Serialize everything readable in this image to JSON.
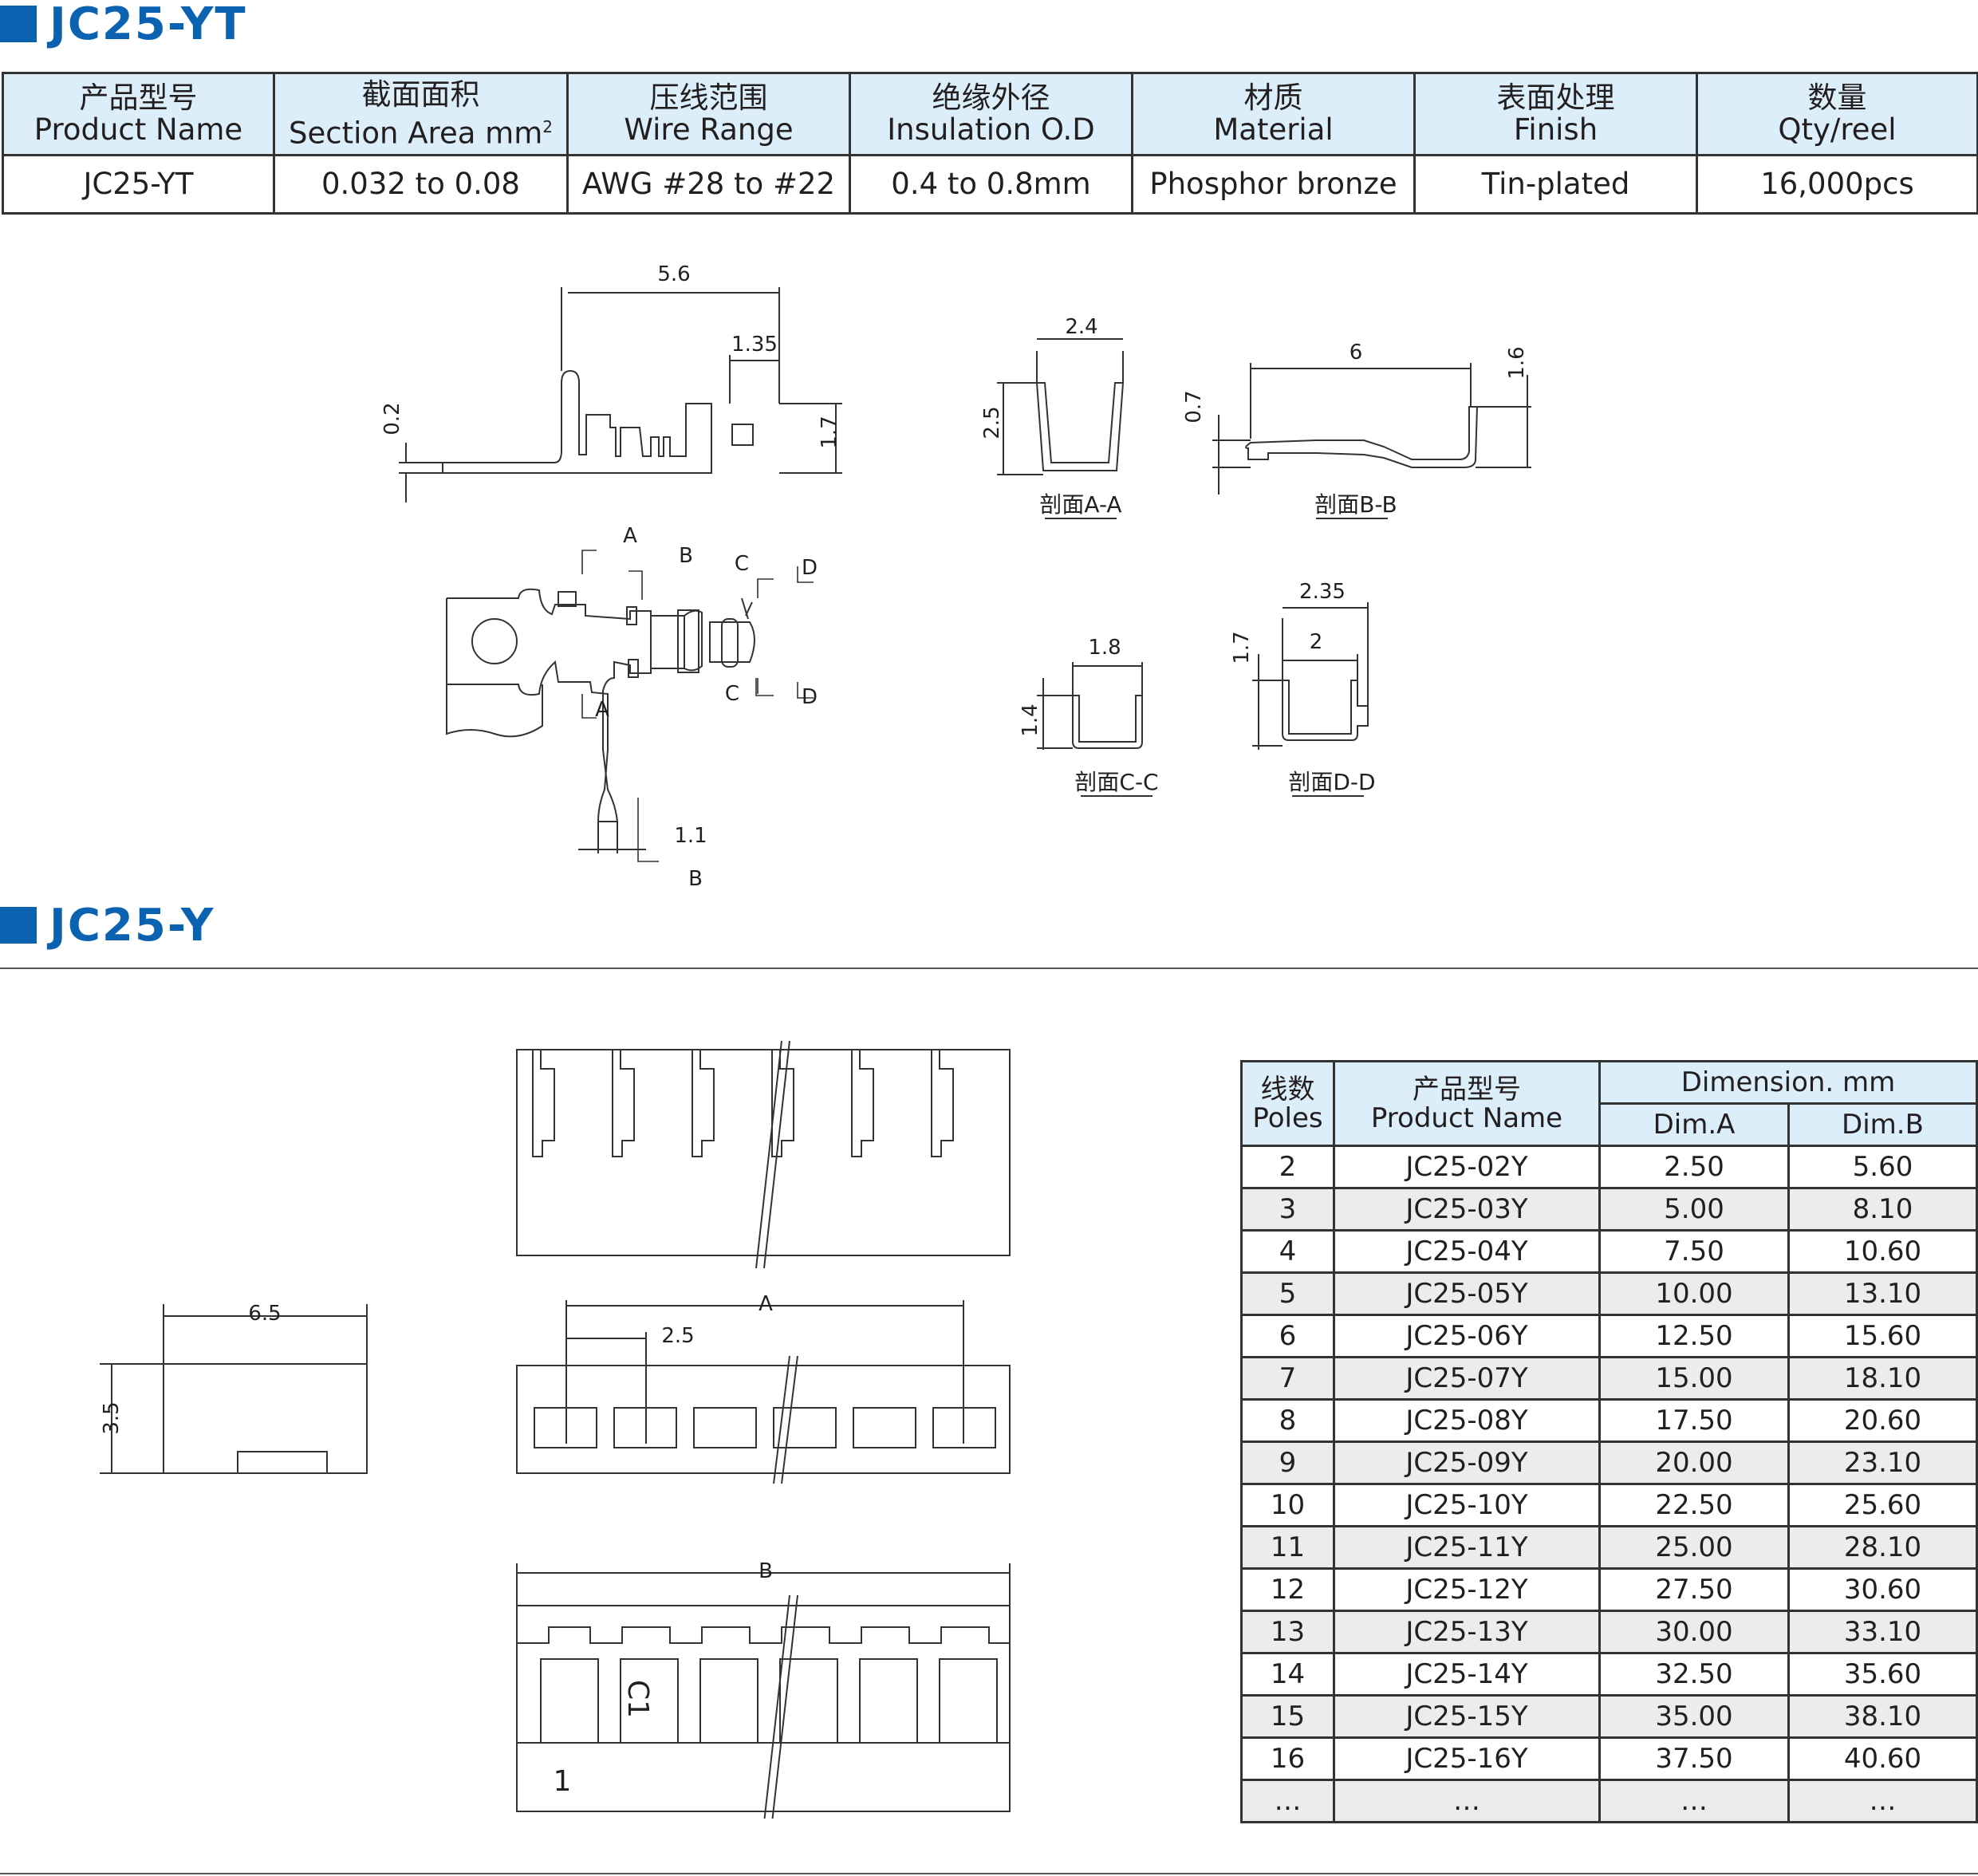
{
  "section1": {
    "title": "JC25-YT"
  },
  "spec_table": {
    "headers": [
      {
        "cn": "产品型号",
        "en": "Product Name"
      },
      {
        "cn": "截面面积",
        "en": "Section Area mm",
        "sup": "2"
      },
      {
        "cn": "压线范围",
        "en": "Wire Range"
      },
      {
        "cn": "绝缘外径",
        "en": "Insulation O.D"
      },
      {
        "cn": "材质",
        "en": "Material"
      },
      {
        "cn": "表面处理",
        "en": "Finish"
      },
      {
        "cn": "数量",
        "en": "Qty/reel"
      }
    ],
    "row": [
      "JC25-YT",
      "0.032 to 0.08",
      "AWG #28 to #22",
      "0.4 to 0.8mm",
      "Phosphor bronze",
      "Tin-plated",
      "16,000pcs"
    ]
  },
  "terminal_drawing": {
    "dim_56": "5.6",
    "dim_135": "1.35",
    "dim_02": "0.2",
    "dim_17": "1.7",
    "dim_11": "1.1",
    "label_a": "A",
    "label_b": "B",
    "label_c": "C",
    "label_d": "D"
  },
  "sections": {
    "aa": {
      "caption": "剖面A-A",
      "w": "2.4",
      "h": "2.5"
    },
    "bb": {
      "caption": "剖面B-B",
      "w": "6",
      "h1": "1.6",
      "h2": "0.7"
    },
    "cc": {
      "caption": "剖面C-C",
      "w": "1.8",
      "h": "1.4"
    },
    "dd": {
      "caption": "剖面D-D",
      "w1": "2.35",
      "w2": "2",
      "h": "1.7"
    }
  },
  "section2": {
    "title": "JC25-Y"
  },
  "housing_drawing": {
    "dim_65": "6.5",
    "dim_35": "3.5",
    "dim_a": "A",
    "dim_25": "2.5",
    "dim_b": "B",
    "mark_c1": "C1",
    "mark_1": "1"
  },
  "dim_table": {
    "h_poles_cn": "线数",
    "h_poles_en": "Poles",
    "h_name_cn": "产品型号",
    "h_name_en": "Product Name",
    "h_dim": "Dimension. mm",
    "h_a": "Dim.A",
    "h_b": "Dim.B",
    "rows": [
      [
        "2",
        "JC25-02Y",
        "2.50",
        "5.60"
      ],
      [
        "3",
        "JC25-03Y",
        "5.00",
        "8.10"
      ],
      [
        "4",
        "JC25-04Y",
        "7.50",
        "10.60"
      ],
      [
        "5",
        "JC25-05Y",
        "10.00",
        "13.10"
      ],
      [
        "6",
        "JC25-06Y",
        "12.50",
        "15.60"
      ],
      [
        "7",
        "JC25-07Y",
        "15.00",
        "18.10"
      ],
      [
        "8",
        "JC25-08Y",
        "17.50",
        "20.60"
      ],
      [
        "9",
        "JC25-09Y",
        "20.00",
        "23.10"
      ],
      [
        "10",
        "JC25-10Y",
        "22.50",
        "25.60"
      ],
      [
        "11",
        "JC25-11Y",
        "25.00",
        "28.10"
      ],
      [
        "12",
        "JC25-12Y",
        "27.50",
        "30.60"
      ],
      [
        "13",
        "JC25-13Y",
        "30.00",
        "33.10"
      ],
      [
        "14",
        "JC25-14Y",
        "32.50",
        "35.60"
      ],
      [
        "15",
        "JC25-15Y",
        "35.00",
        "38.10"
      ],
      [
        "16",
        "JC25-16Y",
        "37.50",
        "40.60"
      ],
      [
        "…",
        "…",
        "…",
        "…"
      ]
    ]
  }
}
